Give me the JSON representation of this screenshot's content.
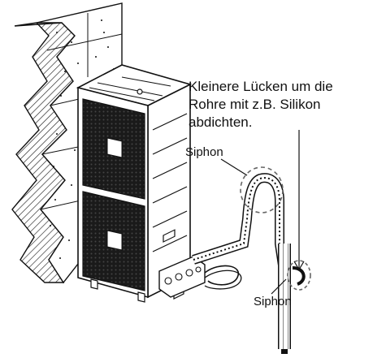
{
  "diagram": {
    "annotation_main": {
      "lines": [
        "Kleinere Lücken um die",
        "Rohre mit z.B. Silikon",
        "abdichten."
      ]
    },
    "label_siphon_upper": "Siphon",
    "label_siphon_lower": "Siphon",
    "colors": {
      "stroke": "#111111",
      "grille": "#1a1a1a",
      "wall_hatch": "#222222",
      "background": "#ffffff"
    }
  }
}
